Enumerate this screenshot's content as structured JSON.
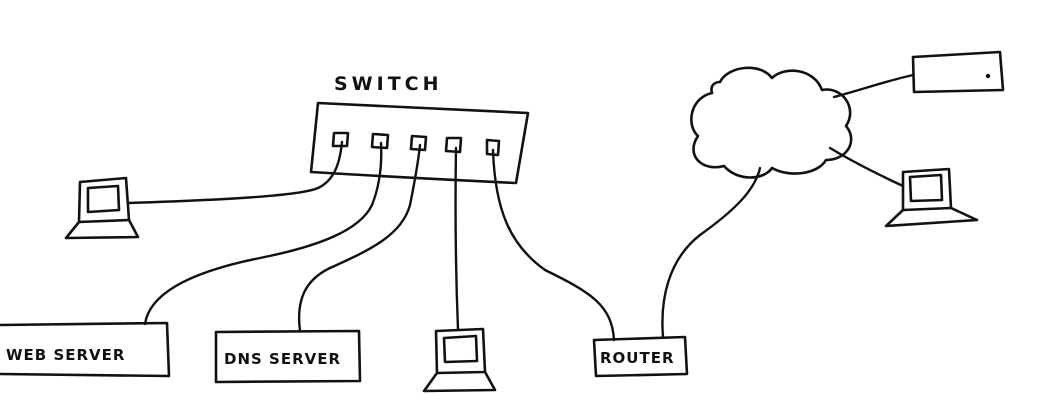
{
  "diagram": {
    "switch_label": "SWITCH",
    "web_server_label": "WEB SERVER",
    "dns_server_label": "DNS SERVER",
    "router_label": "ROUTER"
  }
}
